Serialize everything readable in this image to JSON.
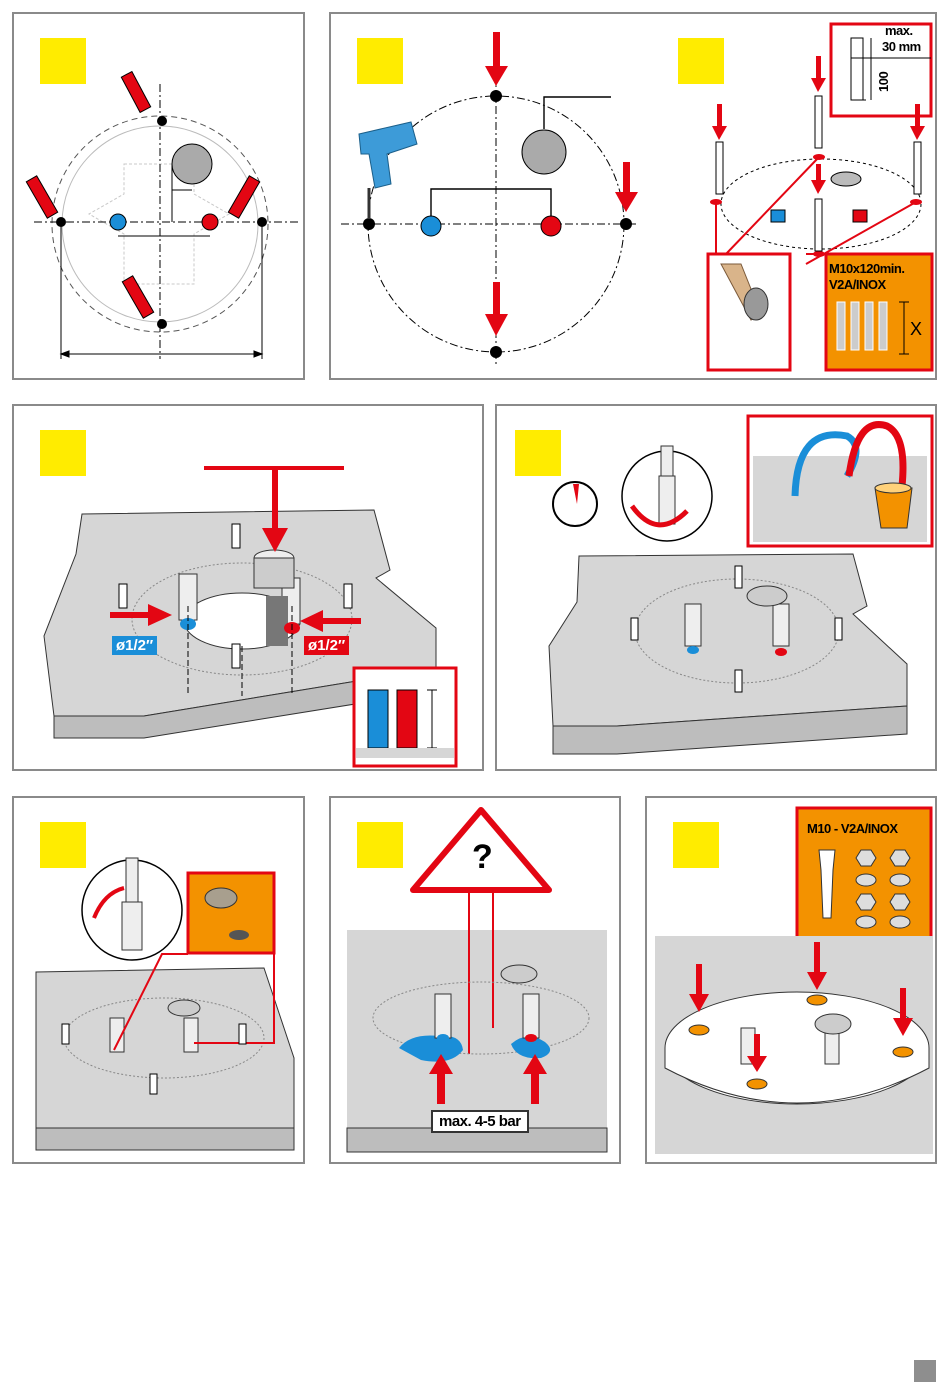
{
  "panels": [
    {
      "id": "p1"
    },
    {
      "id": "p2",
      "labels": {
        "max_label": "max.",
        "max_value": "30 mm",
        "depth": "100",
        "bolt_spec_line1": "M10x120min.",
        "bolt_spec_line2": "V2A/INOX",
        "bolt_dim": "X"
      }
    },
    {
      "id": "p3",
      "labels": {
        "cold_size": "ø1/2″",
        "hot_size": "ø1/2″"
      }
    },
    {
      "id": "p4"
    },
    {
      "id": "p5"
    },
    {
      "id": "p6",
      "labels": {
        "warning_symbol": "?",
        "pressure": "max. 4-5 bar"
      }
    },
    {
      "id": "p7",
      "labels": {
        "fixing_kit": "M10 - V2A/INOX"
      }
    }
  ],
  "colors": {
    "accent_red": "#e30613",
    "cold_blue": "#1a8ed8",
    "step_yellow": "#ffec00",
    "panel_orange": "#f39200",
    "concrete_gray": "#d6d6d6"
  },
  "icons": [
    "anchor-bolt-icon",
    "drill-icon",
    "glue-gun-icon",
    "timer-icon",
    "bucket-icon",
    "warning-triangle-icon",
    "wrench-icon",
    "nut-washer-icon"
  ]
}
